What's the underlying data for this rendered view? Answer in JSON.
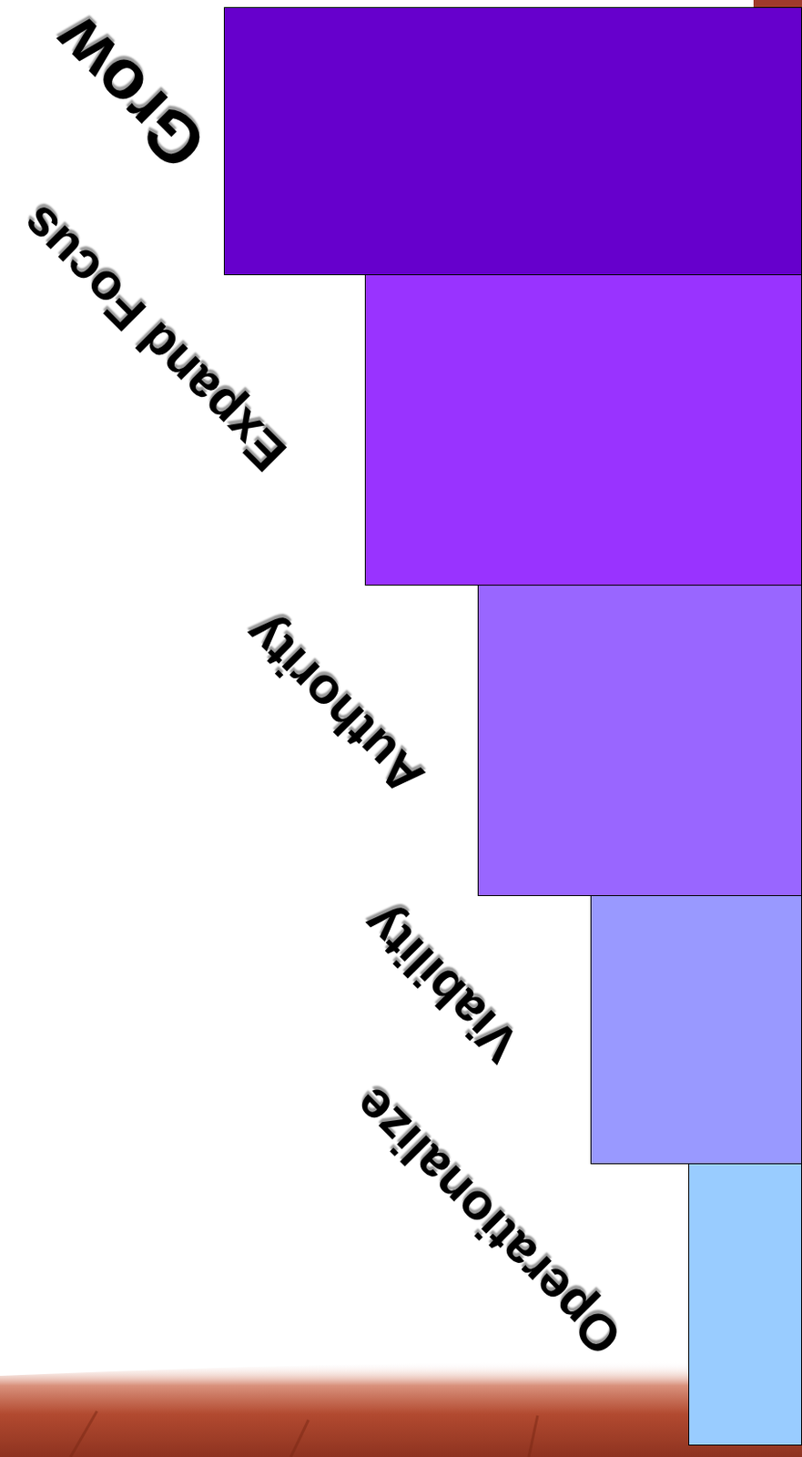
{
  "diagram": {
    "nodes": [
      {
        "text": [
          "Grow"
        ]
      },
      {
        "text": [
          "Expand Focus"
        ]
      },
      {
        "text": [
          "Authority"
        ]
      },
      {
        "text": [
          "Viability"
        ]
      },
      {
        "text": [
          "Operationalize"
        ]
      }
    ]
  }
}
